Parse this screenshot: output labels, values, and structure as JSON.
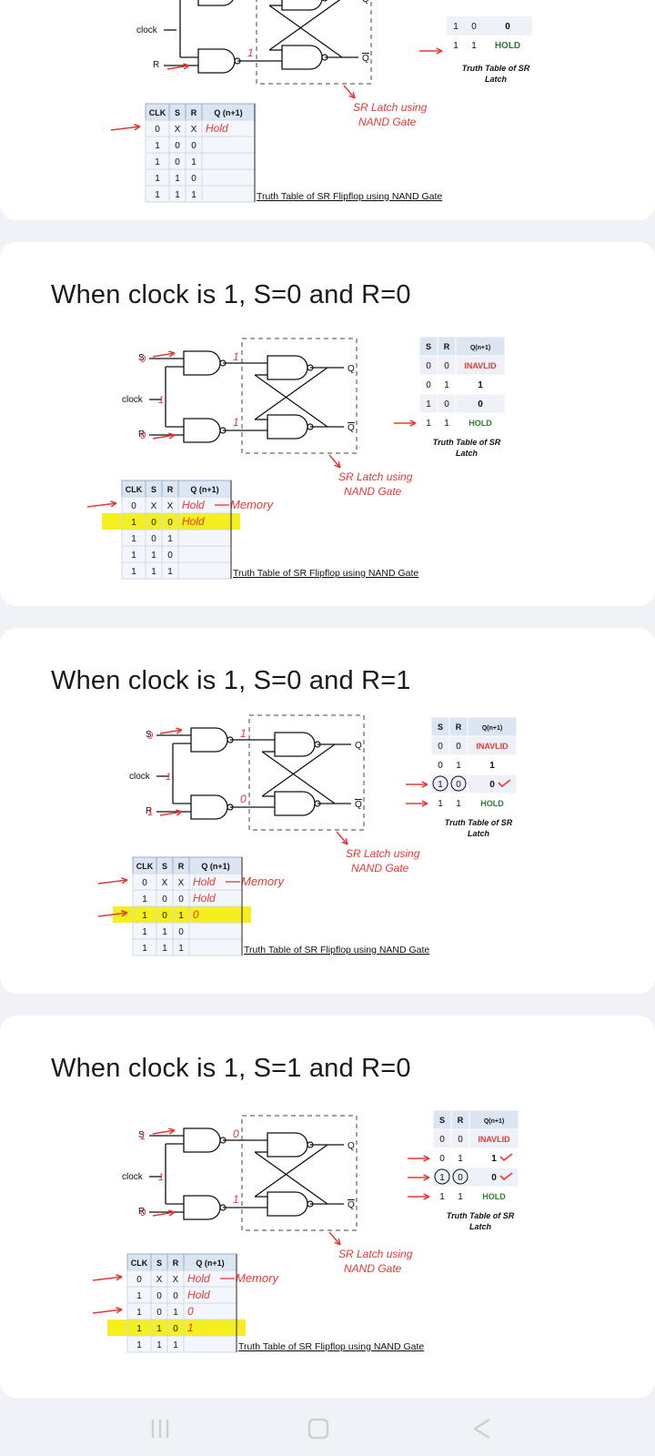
{
  "truth_table_ff": {
    "headers": [
      "CLK",
      "S",
      "R",
      "Q (n+1)"
    ],
    "rows": [
      [
        "0",
        "X",
        "X"
      ],
      [
        "1",
        "0",
        "0"
      ],
      [
        "1",
        "0",
        "1"
      ],
      [
        "1",
        "1",
        "0"
      ],
      [
        "1",
        "1",
        "1"
      ]
    ],
    "caption": "Truth Table of SR Flipflop using NAND Gate"
  },
  "latch": {
    "caption_line1": "SR Latch using",
    "caption_line2": "NAND Gate",
    "labels": {
      "clock": "clock",
      "s": "S",
      "r": "R",
      "q": "Q",
      "qbar": "Q"
    }
  },
  "latch_table": {
    "headers": [
      "S",
      "R",
      "Q(n+1)"
    ],
    "rows": [
      [
        "0",
        "0",
        "INAVLID"
      ],
      [
        "0",
        "1",
        "1"
      ],
      [
        "1",
        "0",
        "0"
      ],
      [
        "1",
        "1",
        "HOLD"
      ]
    ],
    "caption_line1": "Truth Table of SR",
    "caption_line2": "Latch"
  },
  "annotations": {
    "hold": "Hold",
    "memory": "Memory",
    "one": "1",
    "zero": "0"
  },
  "sections": [
    {
      "title": ""
    },
    {
      "title": "When clock is 1, S=0 and R=0"
    },
    {
      "title": "When clock is 1, S=0 and R=1"
    },
    {
      "title": "When clock is 1, S=1 and R=0"
    }
  ],
  "colors": {
    "red": "#e53935",
    "green": "#2e7d32",
    "header_fill": "#dce6f2",
    "highlight": "#f5ef1f"
  }
}
